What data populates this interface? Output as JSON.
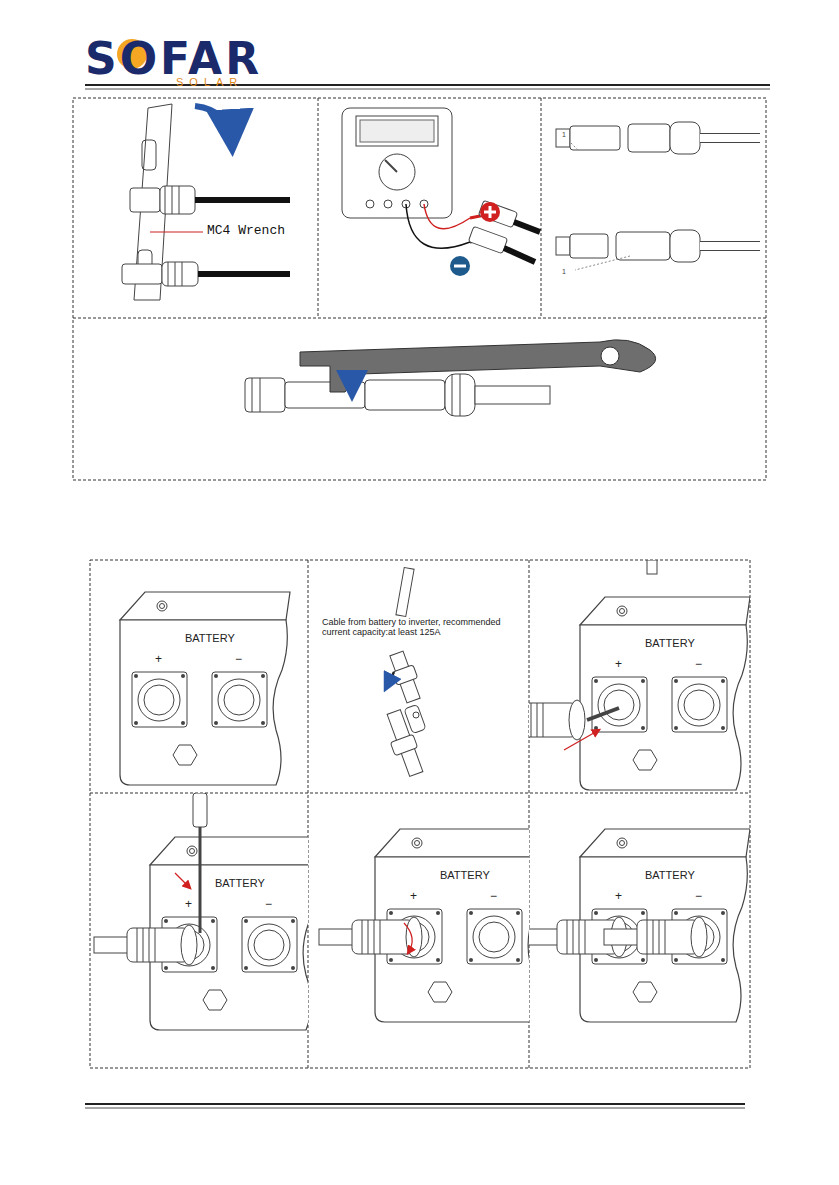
{
  "diagram": {
    "labels": [
      "SOFAR",
      "SOLAR",
      "MC4 Wrench",
      "1",
      "1",
      "Cable from battery to inverter, recommended current capacity:at least 125A",
      "BATTERY",
      "+",
      "−",
      "BATTERY",
      "+",
      "−",
      "BATTERY",
      "+",
      "−",
      "BATTERY",
      "+",
      "−",
      "BATTERY",
      "+",
      "−"
    ]
  }
}
